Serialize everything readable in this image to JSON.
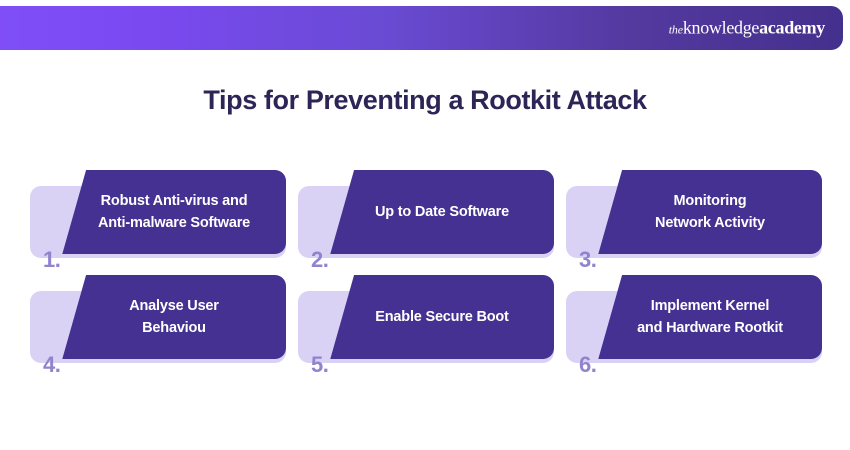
{
  "header": {
    "logo": {
      "the": "the",
      "knowledge": "knowledge",
      "academy": "academy"
    },
    "gradient_from": "#7f4ef7",
    "gradient_to": "#44308d"
  },
  "title": "Tips for Preventing a Rootkit Attack",
  "colors": {
    "title_color": "#2e2557",
    "panel_dark": "#453191",
    "plate_light": "#d9d2f5",
    "number_color": "#9183ce",
    "panel_text": "#ffffff",
    "page_background": "#ffffff"
  },
  "tips": [
    {
      "number": "1.",
      "label": "Robust Anti-virus and\nAnti-malware Software"
    },
    {
      "number": "2.",
      "label": "Up to Date Software"
    },
    {
      "number": "3.",
      "label": "Monitoring\nNetwork Activity"
    },
    {
      "number": "4.",
      "label": "Analyse User\nBehaviou"
    },
    {
      "number": "5.",
      "label": "Enable Secure Boot"
    },
    {
      "number": "6.",
      "label": "Implement Kernel\nand Hardware Rootkit"
    }
  ]
}
